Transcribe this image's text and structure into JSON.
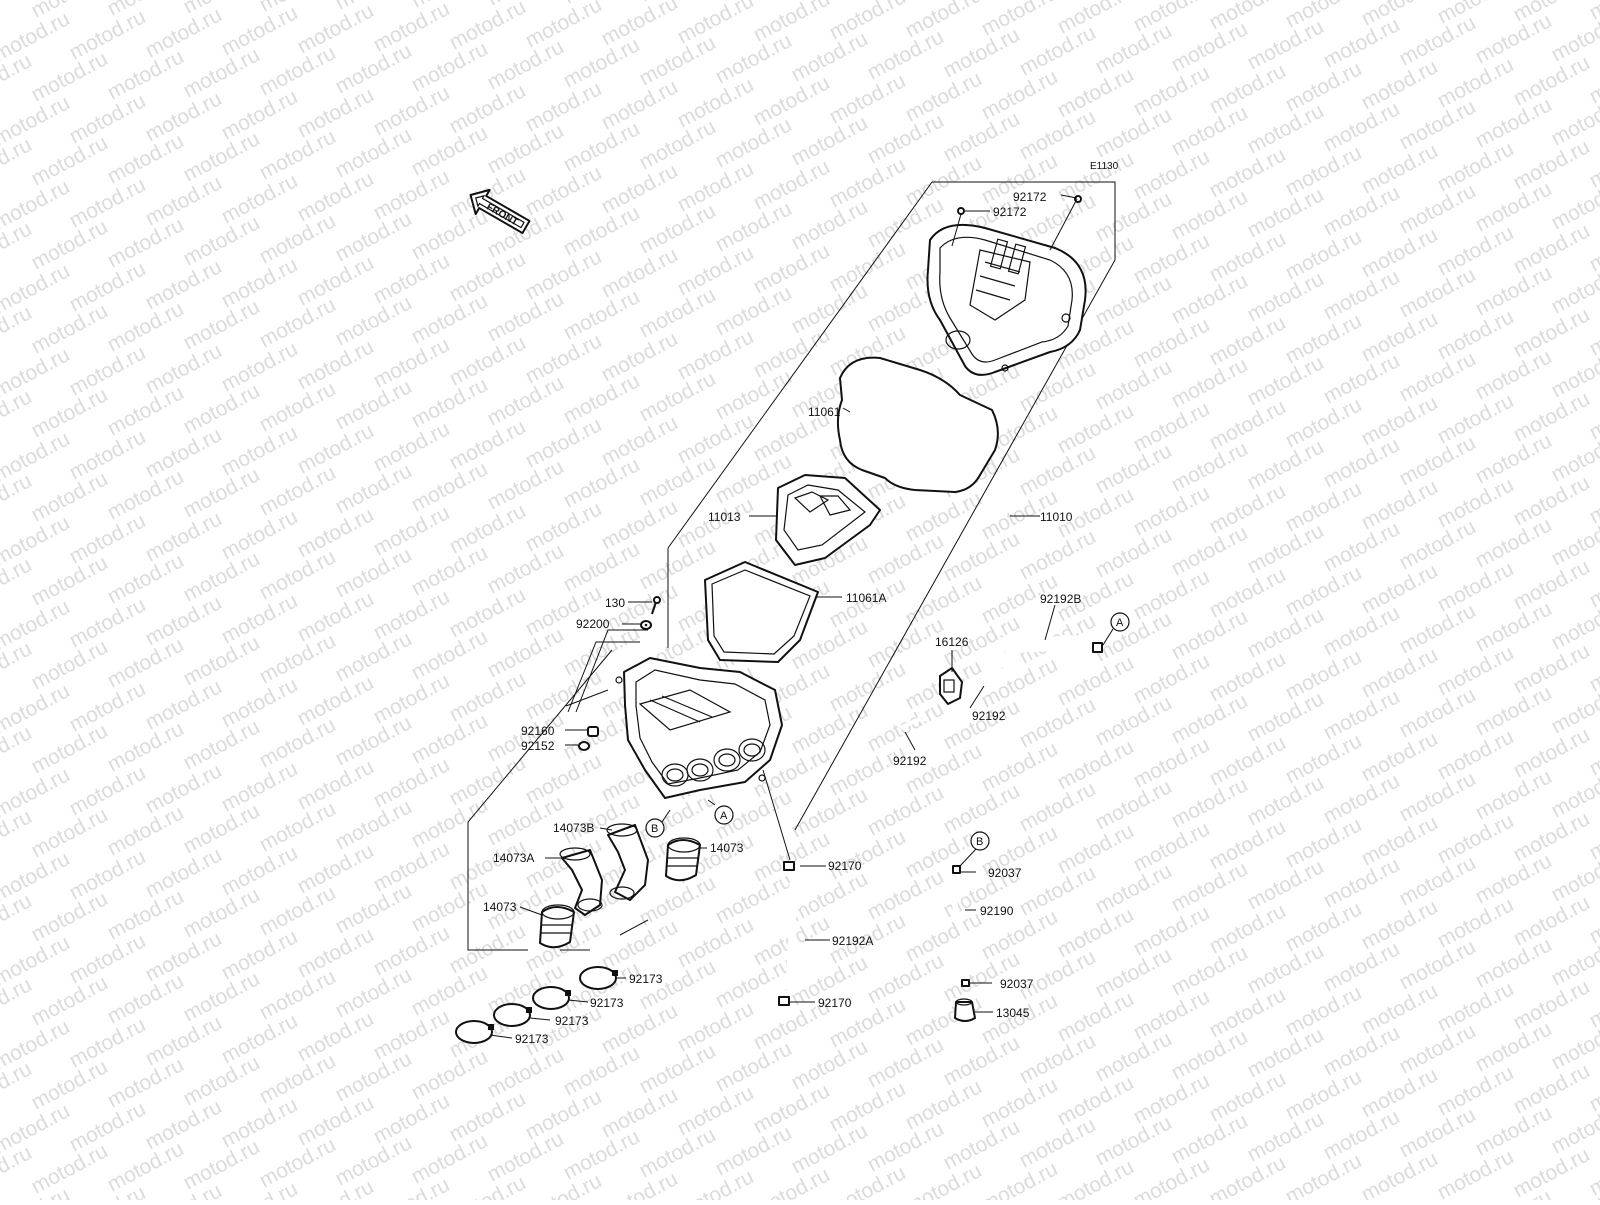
{
  "watermark": {
    "text": "motod.ru"
  },
  "diagram_id": "E1130",
  "front_arrow": {
    "text": "FRONT"
  },
  "labels": [
    {
      "id": "l-92172a",
      "text": "92172"
    },
    {
      "id": "l-92172b",
      "text": "92172"
    },
    {
      "id": "l-11061",
      "text": "11061"
    },
    {
      "id": "l-11013",
      "text": "11013"
    },
    {
      "id": "l-11010",
      "text": "11010"
    },
    {
      "id": "l-11061a",
      "text": "11061A"
    },
    {
      "id": "l-130",
      "text": "130"
    },
    {
      "id": "l-92200",
      "text": "92200"
    },
    {
      "id": "l-92160",
      "text": "92160"
    },
    {
      "id": "l-92152",
      "text": "92152"
    },
    {
      "id": "l-92192b",
      "text": "92192B"
    },
    {
      "id": "l-16126",
      "text": "16126"
    },
    {
      "id": "l-92192-1",
      "text": "92192"
    },
    {
      "id": "l-92192-2",
      "text": "92192"
    },
    {
      "id": "l-14073b",
      "text": "14073B"
    },
    {
      "id": "l-14073a",
      "text": "14073A"
    },
    {
      "id": "l-14073-1",
      "text": "14073"
    },
    {
      "id": "l-14073-2",
      "text": "14073"
    },
    {
      "id": "l-92170-1",
      "text": "92170"
    },
    {
      "id": "l-92170-2",
      "text": "92170"
    },
    {
      "id": "l-92192a",
      "text": "92192A"
    },
    {
      "id": "l-92173-1",
      "text": "92173"
    },
    {
      "id": "l-92173-2",
      "text": "92173"
    },
    {
      "id": "l-92173-3",
      "text": "92173"
    },
    {
      "id": "l-92173-4",
      "text": "92173"
    },
    {
      "id": "l-92037-1",
      "text": "92037"
    },
    {
      "id": "l-92190",
      "text": "92190"
    },
    {
      "id": "l-92037-2",
      "text": "92037"
    },
    {
      "id": "l-13045",
      "text": "13045"
    }
  ],
  "ref_markers": [
    {
      "id": "ref-a1",
      "text": "A"
    },
    {
      "id": "ref-a2",
      "text": "A"
    },
    {
      "id": "ref-b1",
      "text": "B"
    },
    {
      "id": "ref-b2",
      "text": "B"
    }
  ]
}
